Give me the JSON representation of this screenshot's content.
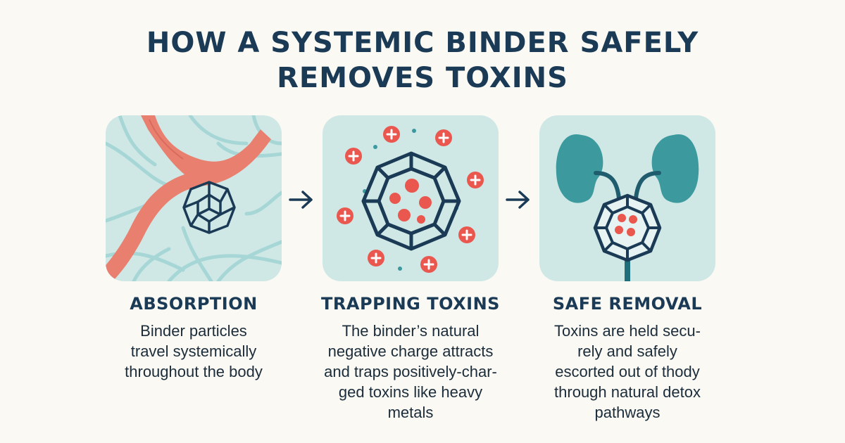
{
  "title_line1": "HOW A SYSTEMIC BINDER SAFELY",
  "title_line2": "REMOVES TOXINS",
  "steps": [
    {
      "heading": "ABSORPTION",
      "body": "Binder particles\ntravel systemically\nthroughout the body"
    },
    {
      "heading": "TRAPPING TOXINS",
      "body": "The binder’s natural\nnegative charge attracts\nand traps positively-char-\nged toxins like heavy\nmetals"
    },
    {
      "heading": "SAFE REMOVAL",
      "body": "Toxins are held secu-\nrely and safely\nescorted out of thody\nthrough natural detox\npathways"
    }
  ],
  "colors": {
    "background": "#fbf9f3",
    "panel": "#cfe8e6",
    "navy": "#1a3a55",
    "vessel": "#e97f6f",
    "toxin": "#e9574f",
    "kidney": "#3c9a9f",
    "vein_light": "#a6d6d6"
  },
  "icons": [
    "blood-vessel-icon",
    "binder-particle-icon",
    "toxin-charge-icon",
    "kidney-icon",
    "arrow-right-icon"
  ]
}
